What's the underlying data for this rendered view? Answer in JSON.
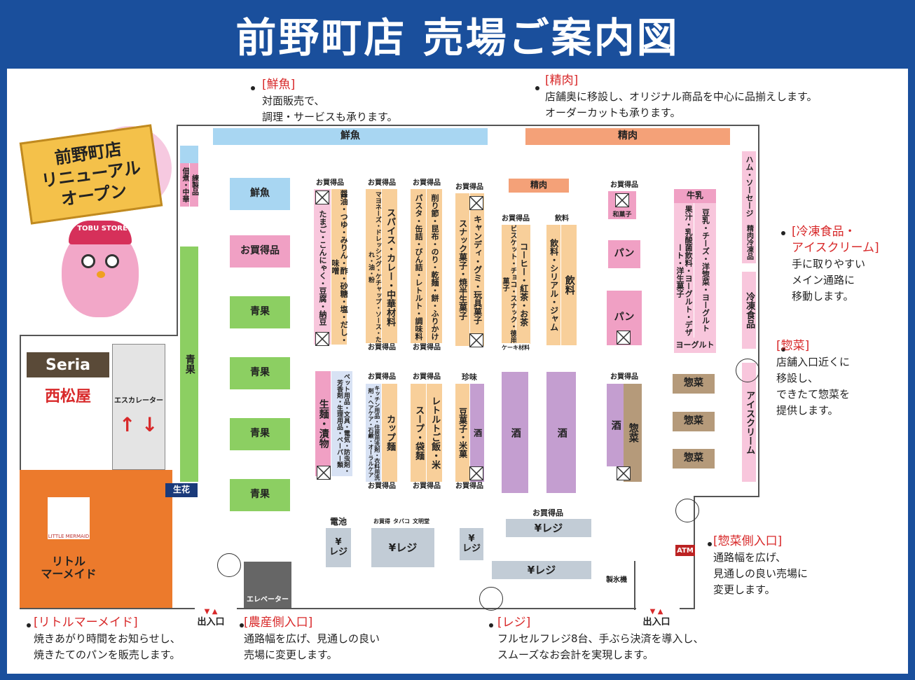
{
  "title": "前野町店 売場ご案内図",
  "sign": {
    "line1": "前野町店",
    "line2": "リニューアル",
    "line3": "オープン",
    "brand": "TOBU STORE"
  },
  "tenants": {
    "seria": "Seria",
    "nishimatsuya": "西松屋",
    "little_mermaid_logo": "LITTLE MERMAID",
    "little_mermaid": "リトル\nマーメイド"
  },
  "escalator": "エスカレーター",
  "elevator": "エレベーター",
  "top_bars": {
    "fish": "鮮魚",
    "meat": "精肉"
  },
  "left": {
    "tsukudani": "佃煮・中華",
    "neri": "練製品",
    "yasai": "青果",
    "seika": "生花"
  },
  "islands": {
    "fish": "鮮魚",
    "okaidoku": "お買得品",
    "seika1": "青果",
    "seika2": "青果",
    "seika3": "青果",
    "seika4": "青果"
  },
  "aisles": {
    "a1": "醤油・つゆ・みりん・酢・砂糖・塩・だし・味噌",
    "a1b": "たまご・こんにゃく・豆腐・納豆",
    "a2": "スパイス・カレー・中華材料",
    "a2b": "マヨネーズ・ドレッシング・ケチャップ・ソース・たれ・油・粉",
    "a3": "削り節・昆布・のり・乾麺・餅・ふりかけ",
    "a3b": "パスタ・缶詰・びん詰・レトルト・調味料",
    "a4": "キャンディ・グミ・玩具菓子",
    "a4b": "スナック菓子・焼半生菓子",
    "a5": "コーヒー・紅茶・お茶",
    "a5b": "ビスケット・チョコ・スナック・徳用菓子",
    "a5c": "ケーキ材料",
    "a6": "飲料",
    "a6b": "飲料・シリアル・ジャム",
    "meat_small": "精肉",
    "drink_small": "飲料",
    "wagashi": "和菓子",
    "pan1": "パン",
    "pan2": "パン",
    "gyunyu": "牛乳",
    "gyunyu_b": "豆乳・チーズ・洋惣菜・ヨーグルト",
    "gyunyu_c": "果汁・乳酸菌飲料・ヨーグルト・デザート・洋生菓子",
    "yogurt": "ヨーグルト",
    "ham": "ハム・ソーセージ",
    "seiniku_reito": "精肉冷凍品",
    "reito": "冷凍食品",
    "ice": "アイスクリーム",
    "b1": "生麺・漬物",
    "b1b": "ペット用品・文具・電気・防虫剤・芳香剤・生理用品・ペーパー類",
    "b2": "カップ麺",
    "b2b": "キッチン用品・住居用洗剤・衣料用洗剤・ヘアケア・石鹸・オーラルケア",
    "b3": "レトルトご飯・米",
    "b3b": "スープ・袋麺",
    "b4": "珍味",
    "b4b": "豆菓子・米菓",
    "b4c": "酒",
    "sake1": "酒",
    "sake2": "酒",
    "sake3": "酒",
    "sozai_v": "惣菜",
    "sozai1": "惣菜",
    "sozai2": "惣菜",
    "sozai3": "惣菜",
    "okaidoku": "お買得品"
  },
  "registers": {
    "denchi": "電池",
    "tabako": "タバコ",
    "bunmeido": "文明堂",
    "okaidoku": "お買得品",
    "regi": "レジ",
    "yen": "¥",
    "seihyo": "製氷機",
    "atm": "ATM"
  },
  "entrances": {
    "left": "出入口",
    "right": "出入口"
  },
  "notes": {
    "fish": {
      "head": "[鮮魚]",
      "l1": "対面販売で、",
      "l2": "調理・サービスも承ります。"
    },
    "meat": {
      "head": "[精肉]",
      "l1": "店舗奥に移設し、オリジナル商品を中心に品揃えします。",
      "l2": "オーダーカットも承ります。"
    },
    "frozen": {
      "head": "[冷凍食品・",
      "head2": "アイスクリーム]",
      "l1": "手に取りやすい",
      "l2": "メイン通路に",
      "l3": "移動します。"
    },
    "deli": {
      "head": "[惣菜]",
      "l1": "店舗入口近くに",
      "l2": "移設し、",
      "l3": "できたて惣菜を",
      "l4": "提供します。"
    },
    "deli_ent": {
      "head": "[惣菜側入口]",
      "l1": "通路幅を広げ、",
      "l2": "見通しの良い売場に",
      "l3": "変更します。"
    },
    "mermaid": {
      "head": "[リトルマーメイド]",
      "l1": "焼きあがり時間をお知らせし、",
      "l2": "焼きたてのパンを販売します。"
    },
    "farm": {
      "head": "[農産側入口]",
      "l1": "通路幅を広げ、見通しの良い",
      "l2": "売場に変更します。"
    },
    "regi": {
      "head": "[レジ]",
      "l1": "フルセルフレジ8台、手ぶら決済を導入し、",
      "l2": "スムーズなお会計を実現します。"
    }
  },
  "colors": {
    "frame": "#1a4f9c",
    "accent_red": "#d8292a",
    "mermaid_orange": "#ec7a2c"
  }
}
